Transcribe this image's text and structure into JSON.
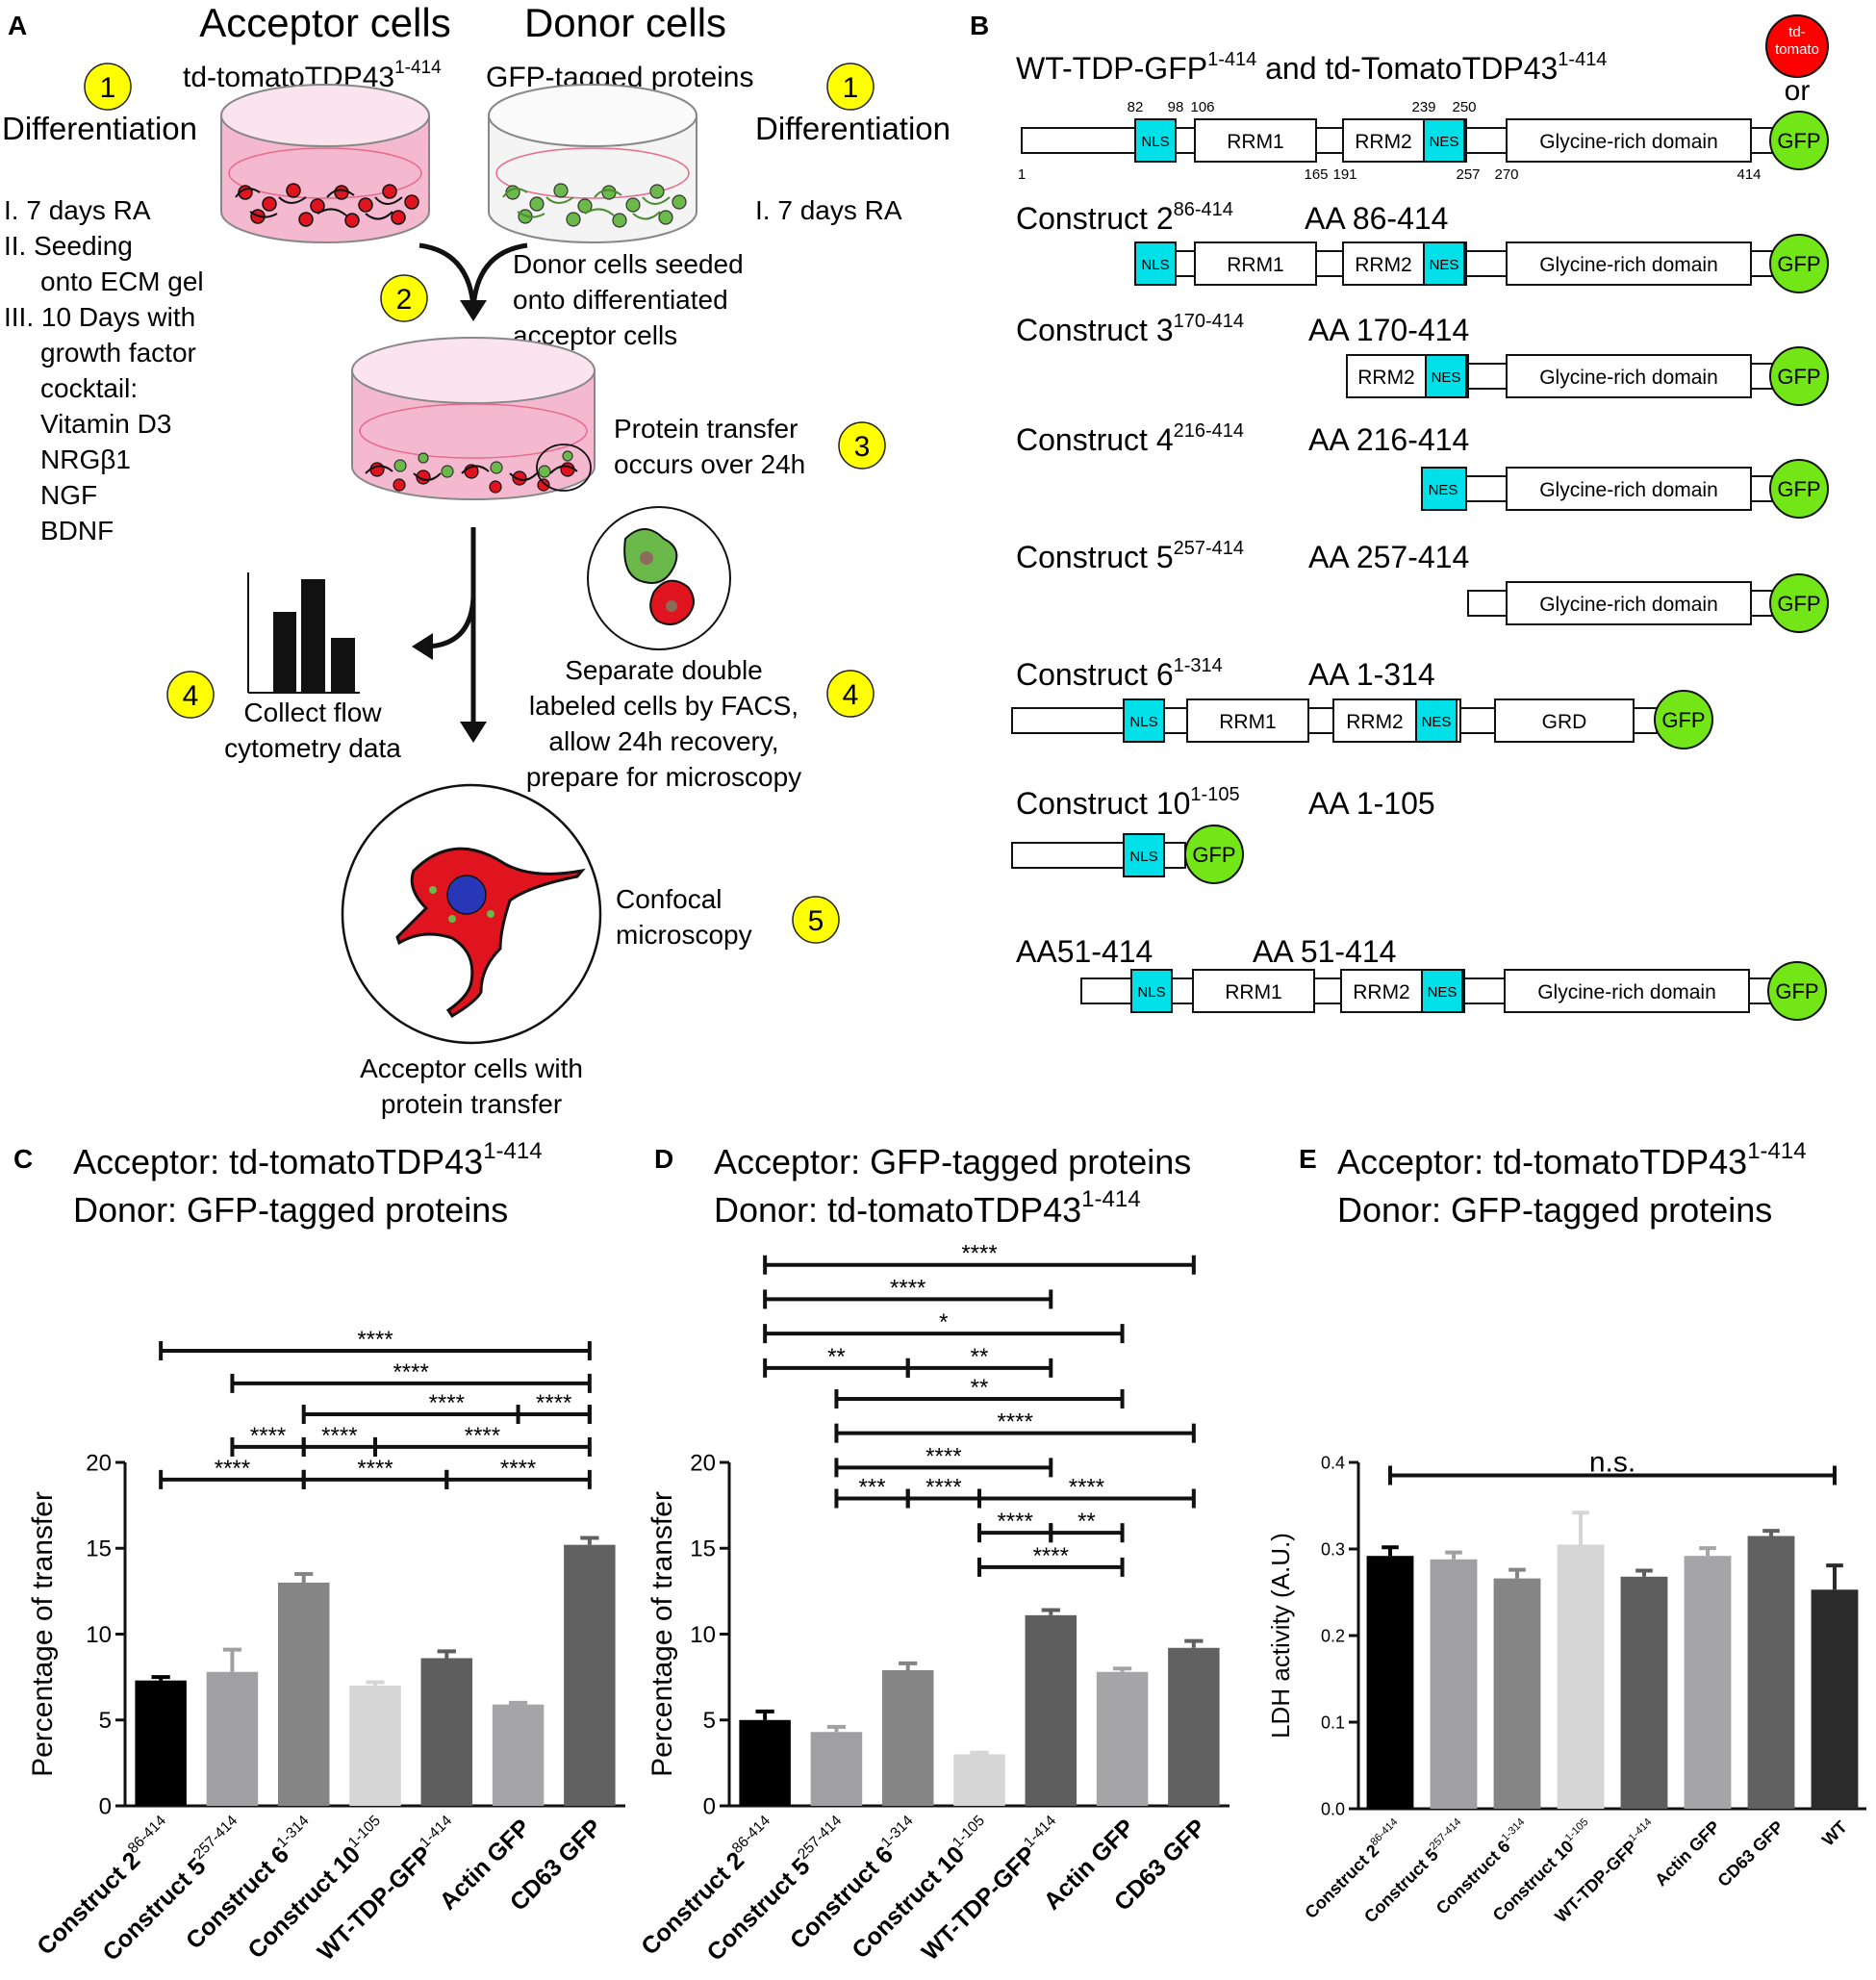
{
  "panel_letters": {
    "a": "A",
    "b": "B",
    "c": "C",
    "d": "D",
    "e": "E"
  },
  "panel_a": {
    "acceptor_title": "Acceptor cells",
    "donor_title": "Donor cells",
    "acceptor_protein": "td-tomatoTDP43",
    "acceptor_protein_sup": "1-414",
    "donor_protein": "GFP-tagged proteins",
    "differentiation": "Differentiation",
    "left_steps": [
      "I.   7 days RA",
      "II.  Seeding",
      "onto ECM gel",
      "III. 10 Days with",
      "growth factor",
      "cocktail:",
      "Vitamin D3",
      "NRGβ1",
      "NGF",
      "BDNF"
    ],
    "right_steps": [
      "I.   7 days RA"
    ],
    "seed_text": [
      "Donor cells seeded",
      "onto differentiated",
      "acceptor cells"
    ],
    "transfer_text": [
      "Protein transfer",
      "occurs over 24h"
    ],
    "flow_text": [
      "Collect flow",
      "cytometry data"
    ],
    "facs_text": [
      "Separate double",
      "labeled cells by FACS,",
      "allow 24h recovery,",
      "prepare for microscopy"
    ],
    "confocal_text": [
      "Confocal",
      "microscopy"
    ],
    "final_text": [
      "Acceptor cells with",
      "protein transfer"
    ],
    "step_numbers": [
      "1",
      "1",
      "2",
      "3",
      "4",
      "4",
      "5"
    ],
    "colors": {
      "step_circle": "#ffff00",
      "acceptor_cell": "#e0141e",
      "donor_cell": "#6ab94a",
      "dish_medium": "#f4b9cf"
    }
  },
  "panel_b": {
    "top_label": "WT-TDP-GFP",
    "top_label_sup": "1-414",
    "top_label_mid": " and td-TomatoTDP43",
    "top_label_sup2": "1-414",
    "or": "or",
    "tomato_label": [
      "td-",
      "tomato"
    ],
    "wt_numbers": [
      "82",
      "98",
      "106",
      "239",
      "250",
      "1",
      "165",
      "191",
      "257",
      "270",
      "414"
    ],
    "domains": {
      "nls": "NLS",
      "rrm1": "RRM1",
      "rrm2": "RRM2",
      "nes": "NES",
      "grd": "Glycine-rich domain",
      "grd_short": "GRD",
      "gfp": "GFP"
    },
    "constructs": [
      {
        "name": "Construct 2",
        "sup": "86-414",
        "aa": "AA 86-414"
      },
      {
        "name": "Construct 3",
        "sup": "170-414",
        "aa": "AA 170-414"
      },
      {
        "name": "Construct 4",
        "sup": "216-414",
        "aa": "AA 216-414"
      },
      {
        "name": "Construct 5",
        "sup": "257-414",
        "aa": "AA 257-414"
      },
      {
        "name": "Construct 6",
        "sup": "1-314",
        "aa": "AA 1-314"
      },
      {
        "name": "Construct 10",
        "sup": "1-105",
        "aa": "AA 1-105"
      },
      {
        "name": "AA51-414",
        "sup": "",
        "aa": "AA 51-414"
      }
    ],
    "colors": {
      "nls_nes": "#00e0e8",
      "gfp": "#73e617",
      "tomato": "#ff0000"
    }
  },
  "chart_data": [
    {
      "type": "bar",
      "panel": "C",
      "title_line1": "Acceptor: td-tomatoTDP43",
      "title_sup": "1-414",
      "title_line2": "Donor: GFP-tagged proteins",
      "ylabel": "Percentage of transfer",
      "ylim": [
        0,
        20
      ],
      "yticks": [
        "0",
        "5",
        "10",
        "15",
        "20"
      ],
      "categories": [
        "Construct 2",
        "Construct 5",
        "Construct 6",
        "Construct 10",
        "WT-TDP-GFP",
        "Actin GFP",
        "CD63 GFP"
      ],
      "category_sups": [
        "86-414",
        "257-414",
        "1-314",
        "1-105",
        "1-414",
        "",
        ""
      ],
      "values": [
        7.3,
        7.8,
        13.0,
        7.0,
        8.6,
        5.9,
        15.2
      ],
      "errors": [
        0.2,
        1.3,
        0.5,
        0.2,
        0.4,
        0.1,
        0.4
      ],
      "colors": [
        "#000000",
        "#a0a0a3",
        "#858585",
        "#d6d6d6",
        "#5e5e5e",
        "#a5a5a8",
        "#616161"
      ],
      "significance": [
        {
          "from": 0,
          "to": 6,
          "label": "****",
          "y": 26.5
        },
        {
          "from": 1,
          "to": 6,
          "label": "****",
          "y": 24.6
        },
        {
          "from": 2,
          "to": 6,
          "label": "****",
          "y": 22.8
        },
        {
          "from": 5,
          "to": 6,
          "label": "****",
          "y": 22.8
        },
        {
          "from": 1,
          "to": 2,
          "label": "****",
          "y": 20.9
        },
        {
          "from": 2,
          "to": 3,
          "label": "****",
          "y": 20.9
        },
        {
          "from": 3,
          "to": 6,
          "label": "****",
          "y": 20.9
        },
        {
          "from": 0,
          "to": 2,
          "label": "****",
          "y": 19.0
        },
        {
          "from": 2,
          "to": 4,
          "label": "****",
          "y": 19.0
        },
        {
          "from": 4,
          "to": 6,
          "label": "****",
          "y": 19.0
        }
      ]
    },
    {
      "type": "bar",
      "panel": "D",
      "title_line1": "Acceptor: GFP-tagged proteins",
      "title_line2": "Donor: td-tomatoTDP43",
      "title_sup": "1-414",
      "ylabel": "Percentage of transfer",
      "ylim": [
        0,
        20
      ],
      "yticks": [
        "0",
        "5",
        "10",
        "15",
        "20"
      ],
      "categories": [
        "Construct 2",
        "Construct 5",
        "Construct 6",
        "Construct 10",
        "WT-TDP-GFP",
        "Actin GFP",
        "CD63 GFP"
      ],
      "category_sups": [
        "86-414",
        "257-414",
        "1-314",
        "1-105",
        "1-414",
        "",
        ""
      ],
      "values": [
        5.0,
        4.3,
        7.9,
        3.0,
        11.1,
        7.8,
        9.2
      ],
      "errors": [
        0.5,
        0.3,
        0.4,
        0.1,
        0.3,
        0.2,
        0.4
      ],
      "colors": [
        "#000000",
        "#a0a0a3",
        "#858585",
        "#d6d6d6",
        "#5e5e5e",
        "#a5a5a8",
        "#616161"
      ],
      "significance": [
        {
          "from": 0,
          "to": 6,
          "label": "****",
          "y": 31.5
        },
        {
          "from": 0,
          "to": 4,
          "label": "****",
          "y": 29.5
        },
        {
          "from": 0,
          "to": 5,
          "label": "*",
          "y": 27.5
        },
        {
          "from": 0,
          "to": 2,
          "label": "**",
          "y": 25.5
        },
        {
          "from": 2,
          "to": 4,
          "label": "**",
          "y": 25.5
        },
        {
          "from": 1,
          "to": 5,
          "label": "**",
          "y": 23.7
        },
        {
          "from": 1,
          "to": 6,
          "label": "****",
          "y": 21.7
        },
        {
          "from": 1,
          "to": 4,
          "label": "****",
          "y": 19.7
        },
        {
          "from": 1,
          "to": 2,
          "label": "***",
          "y": 17.9
        },
        {
          "from": 2,
          "to": 3,
          "label": "****",
          "y": 17.9
        },
        {
          "from": 3,
          "to": 6,
          "label": "****",
          "y": 17.9
        },
        {
          "from": 3,
          "to": 4,
          "label": "****",
          "y": 15.9
        },
        {
          "from": 4,
          "to": 5,
          "label": "**",
          "y": 15.9
        },
        {
          "from": 3,
          "to": 5,
          "label": "****",
          "y": 13.9
        }
      ]
    },
    {
      "type": "bar",
      "panel": "E",
      "title_line1": "Acceptor: td-tomatoTDP43",
      "title_sup": "1-414",
      "title_line2": "Donor: GFP-tagged proteins",
      "ylabel": "LDH activity (A.U.)",
      "ylim": [
        0,
        0.4
      ],
      "yticks": [
        "0.0",
        "0.1",
        "0.2",
        "0.3",
        "0.4"
      ],
      "categories": [
        "Construct 2",
        "Construct 5",
        "Construct 6",
        "Construct 10",
        "WT-TDP-GFP",
        "Actin GFP",
        "CD63 GFP",
        "WT"
      ],
      "category_sups": [
        "86-414",
        "257-414",
        "1-314",
        "1-105",
        "1-414",
        "",
        "",
        ""
      ],
      "values": [
        0.292,
        0.288,
        0.266,
        0.305,
        0.268,
        0.292,
        0.315,
        0.253
      ],
      "errors": [
        0.01,
        0.008,
        0.01,
        0.037,
        0.007,
        0.009,
        0.006,
        0.028
      ],
      "colors": [
        "#000000",
        "#a0a0a3",
        "#858585",
        "#d6d6d6",
        "#5e5e5e",
        "#a5a5a8",
        "#616161",
        "#2b2b2b"
      ],
      "significance": [
        {
          "from": 0,
          "to": 7,
          "label": "n.s.",
          "y": 0.385
        }
      ]
    }
  ]
}
